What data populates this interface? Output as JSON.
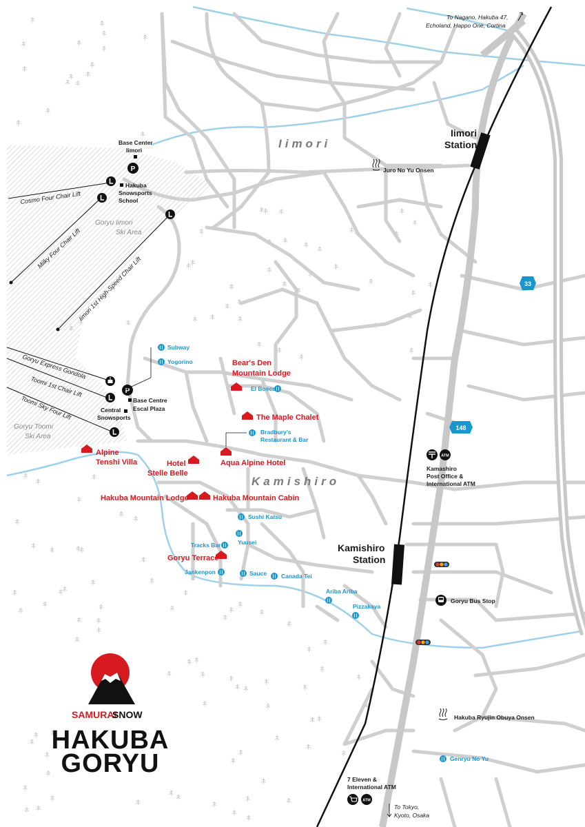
{
  "map": {
    "areas": [
      "Iimori",
      "Kamishiro"
    ],
    "stations": [
      {
        "line1": "Iimori",
        "line2": "Station"
      },
      {
        "line1": "Kamishiro",
        "line2": "Station"
      }
    ],
    "ski_areas": [
      {
        "line1": "Goryu Iimori",
        "line2": "Ski Area"
      },
      {
        "line1": "Goryu Toomi",
        "line2": "Ski Area"
      }
    ],
    "lifts": [
      "Cosmo Four Chair Lift",
      "Milky Four Chair Lift",
      "Iimori 1st High-Speed Chair Lift",
      "Goryu Express Gondola",
      "Toomi 1st Chair Lift",
      "Toomi Sky Four Lift"
    ],
    "accommodation": [
      {
        "line1": "Bear's Den",
        "line2": "Mountain Lodge"
      },
      {
        "line1": "The Maple Chalet",
        "line2": ""
      },
      {
        "line1": "Aqua Alpine Hotel",
        "line2": ""
      },
      {
        "line1": "Hotel",
        "line2": "Stelle Belle"
      },
      {
        "line1": "Alpine",
        "line2": "Tenshi Villa"
      },
      {
        "line1": "Hakuba Mountain Lodge",
        "line2": ""
      },
      {
        "line1": "Hakuba Mountain Cabin",
        "line2": ""
      },
      {
        "line1": "Goryu Terrace",
        "line2": ""
      }
    ],
    "restaurants": [
      {
        "line1": "Subway",
        "line2": ""
      },
      {
        "line1": "Yogorino",
        "line2": ""
      },
      {
        "line1": "El Bosco",
        "line2": ""
      },
      {
        "line1": "Bradbury's",
        "line2": "Restaurant & Bar"
      },
      {
        "line1": "Sushi Katsu",
        "line2": ""
      },
      {
        "line1": "Tracks Bar",
        "line2": ""
      },
      {
        "line1": "Yuusei",
        "line2": ""
      },
      {
        "line1": "Jankenpon",
        "line2": ""
      },
      {
        "line1": "Sauce",
        "line2": ""
      },
      {
        "line1": "Canada Tei",
        "line2": ""
      },
      {
        "line1": "Ariba Ariba",
        "line2": ""
      },
      {
        "line1": "Pizzakaya",
        "line2": ""
      },
      {
        "line1": "Genryu No Yu",
        "line2": ""
      }
    ],
    "points": [
      {
        "line1": "Base Center",
        "line2": "Iimori",
        "line3": ""
      },
      {
        "line1": "Hakuba",
        "line2": "Snowsports",
        "line3": "School"
      },
      {
        "line1": "Base Centre",
        "line2": "Escal Plaza",
        "line3": ""
      },
      {
        "line1": "Central",
        "line2": "Snowsports",
        "line3": ""
      },
      {
        "line1": "Juro No Yu Onsen",
        "line2": "",
        "line3": ""
      },
      {
        "line1": "Hakuba Ryujin Obuya Onsen",
        "line2": "",
        "line3": ""
      },
      {
        "line1": "Kamashiro",
        "line2": "Post Office &",
        "line3": "International ATM"
      },
      {
        "line1": "Goryu Bus Stop",
        "line2": "",
        "line3": ""
      },
      {
        "line1": "7 Eleven &",
        "line2": "International ATM",
        "line3": ""
      }
    ],
    "directions": {
      "north_line1": "To Nagano, Hakuba 47,",
      "north_line2": "Echoland, Happo One, Cortina",
      "south_line1": "To Tokyo,",
      "south_line2": "Kyoto, Osaka"
    },
    "route_numbers": [
      "33",
      "148"
    ],
    "icon_labels": {
      "atm": "ATM",
      "parking": "P"
    }
  },
  "brand": {
    "name_part1": "SAMURAI",
    "name_part2": "SNOW",
    "title_line1": "HAKUBA",
    "title_line2": "GORYU"
  },
  "colors": {
    "accommodation": "#d71920",
    "restaurant": "#1a96cf",
    "road": "#cfcfcf",
    "river": "#9fd0ea",
    "rail": "#111111"
  }
}
